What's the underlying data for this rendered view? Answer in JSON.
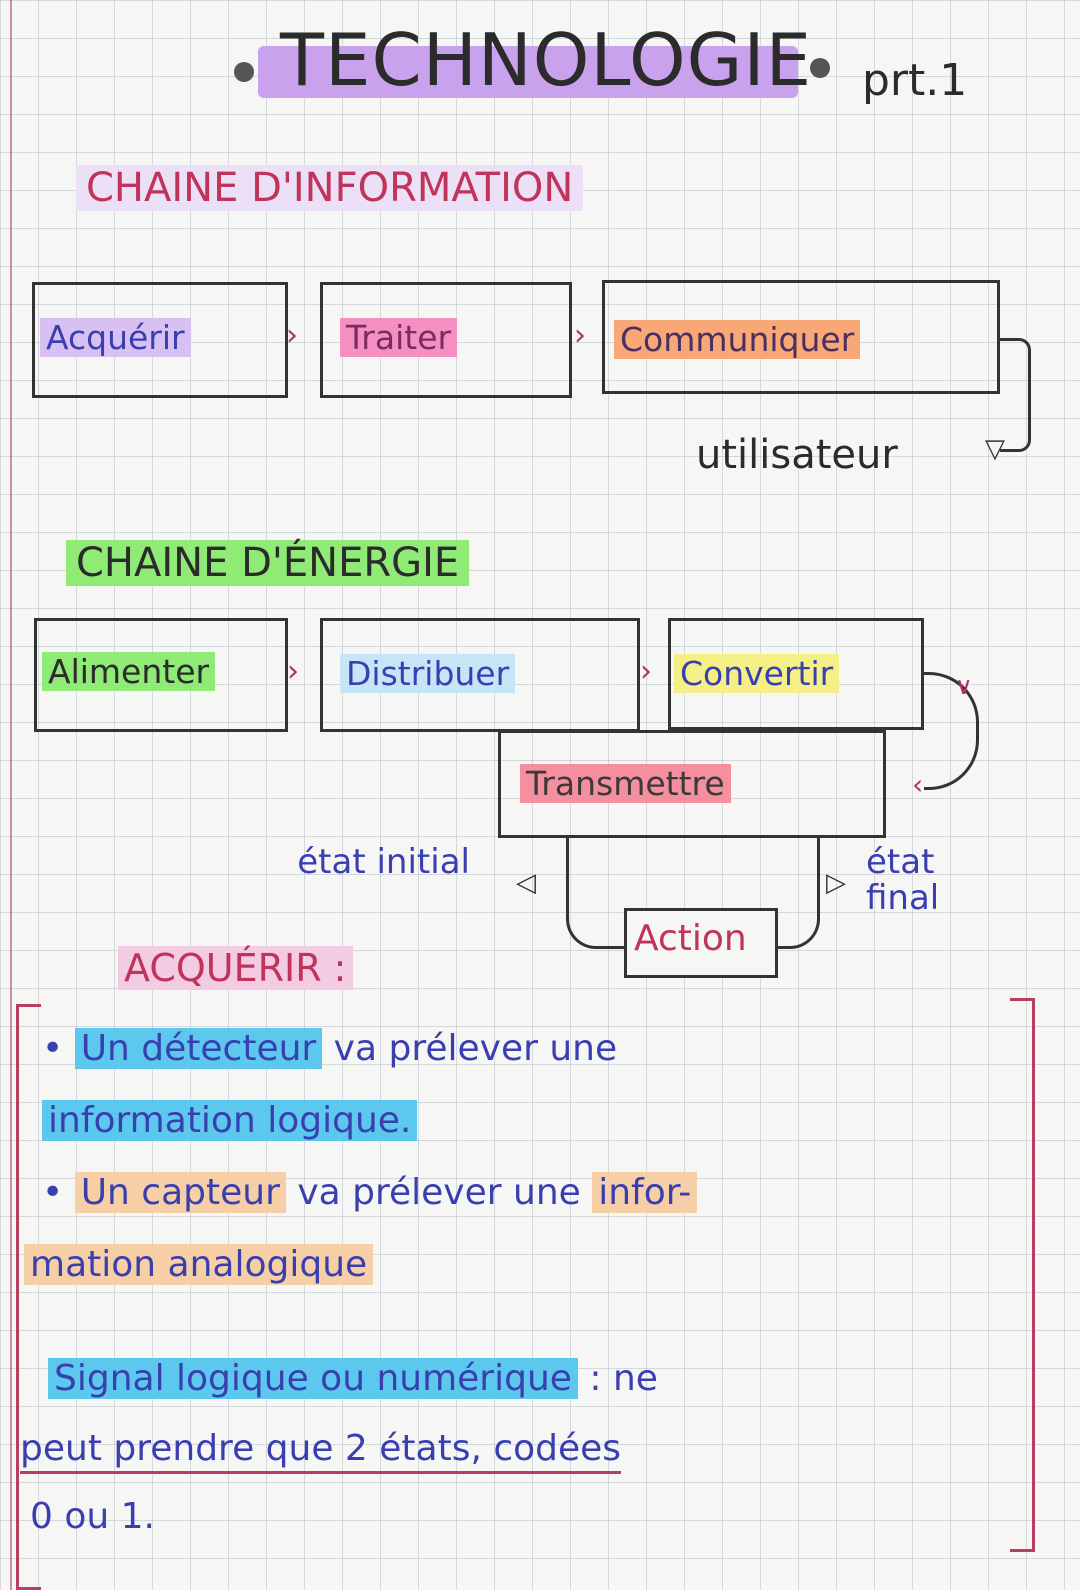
{
  "header": {
    "title": "TECHNOLOGIE",
    "part": "prt.1"
  },
  "info_chain": {
    "title": "CHAINE D'INFORMATION",
    "boxes": [
      "Acquérir",
      "Traiter",
      "Communiquer"
    ],
    "output": "utilisateur"
  },
  "energy_chain": {
    "title": "CHAINE D'ÉNERGIE",
    "boxes": [
      "Alimenter",
      "Distribuer",
      "Convertir"
    ],
    "transmit": "Transmettre",
    "action": "Action",
    "state_initial": "état initial",
    "state_final": "état final"
  },
  "acquerir": {
    "title": "ACQUÉRIR :",
    "bullet1": {
      "highlight": "Un détecteur",
      "rest": " va prélever une",
      "line2": "information logique."
    },
    "bullet2": {
      "highlight": "Un capteur",
      "rest": " va prélever une ",
      "highlight2": "infor-",
      "line2": "mation analogique"
    },
    "signal": {
      "highlight": "Signal logique ou numérique",
      "rest": " : ne",
      "line2": "peut prendre que 2 états, codées",
      "line3": "0 ou 1."
    }
  },
  "colors": {
    "purple": "#c9a2ee",
    "pink": "#f58fc1",
    "orange": "#f8a877",
    "green": "#8fea76",
    "blue": "#8fd0f0",
    "yellow": "#f5f085",
    "cyan": "#5cc8ee",
    "peach": "#f7cfa6",
    "title_red": "#c0335a",
    "blue_ink": "#3a3fb0"
  }
}
